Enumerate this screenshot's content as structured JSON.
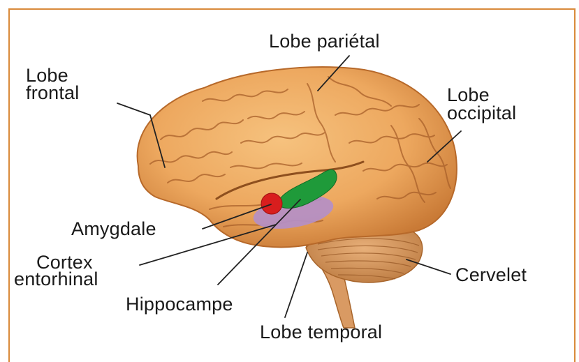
{
  "colors": {
    "frame": "#d98a3a",
    "brain": "#eda85f",
    "brain_dark": "#b7692a",
    "cerebellum": "#d6955d",
    "amygdala": "#d81e1e",
    "hippocampus": "#1f9a3a",
    "entorhinal_cortex": "#b48fc7"
  },
  "labels": {
    "frontal_line1": "Lobe",
    "frontal_line2": "frontal",
    "parietal": "Lobe pariétal",
    "occipital_line1": "Lobe",
    "occipital_line2": "occipital",
    "amygdala": "Amygdale",
    "entorhinal_line1": "Cortex",
    "entorhinal_line2": "entorhinal",
    "hippocampus": "Hippocampe",
    "temporal": "Lobe temporal",
    "cerebellum": "Cervelet"
  }
}
